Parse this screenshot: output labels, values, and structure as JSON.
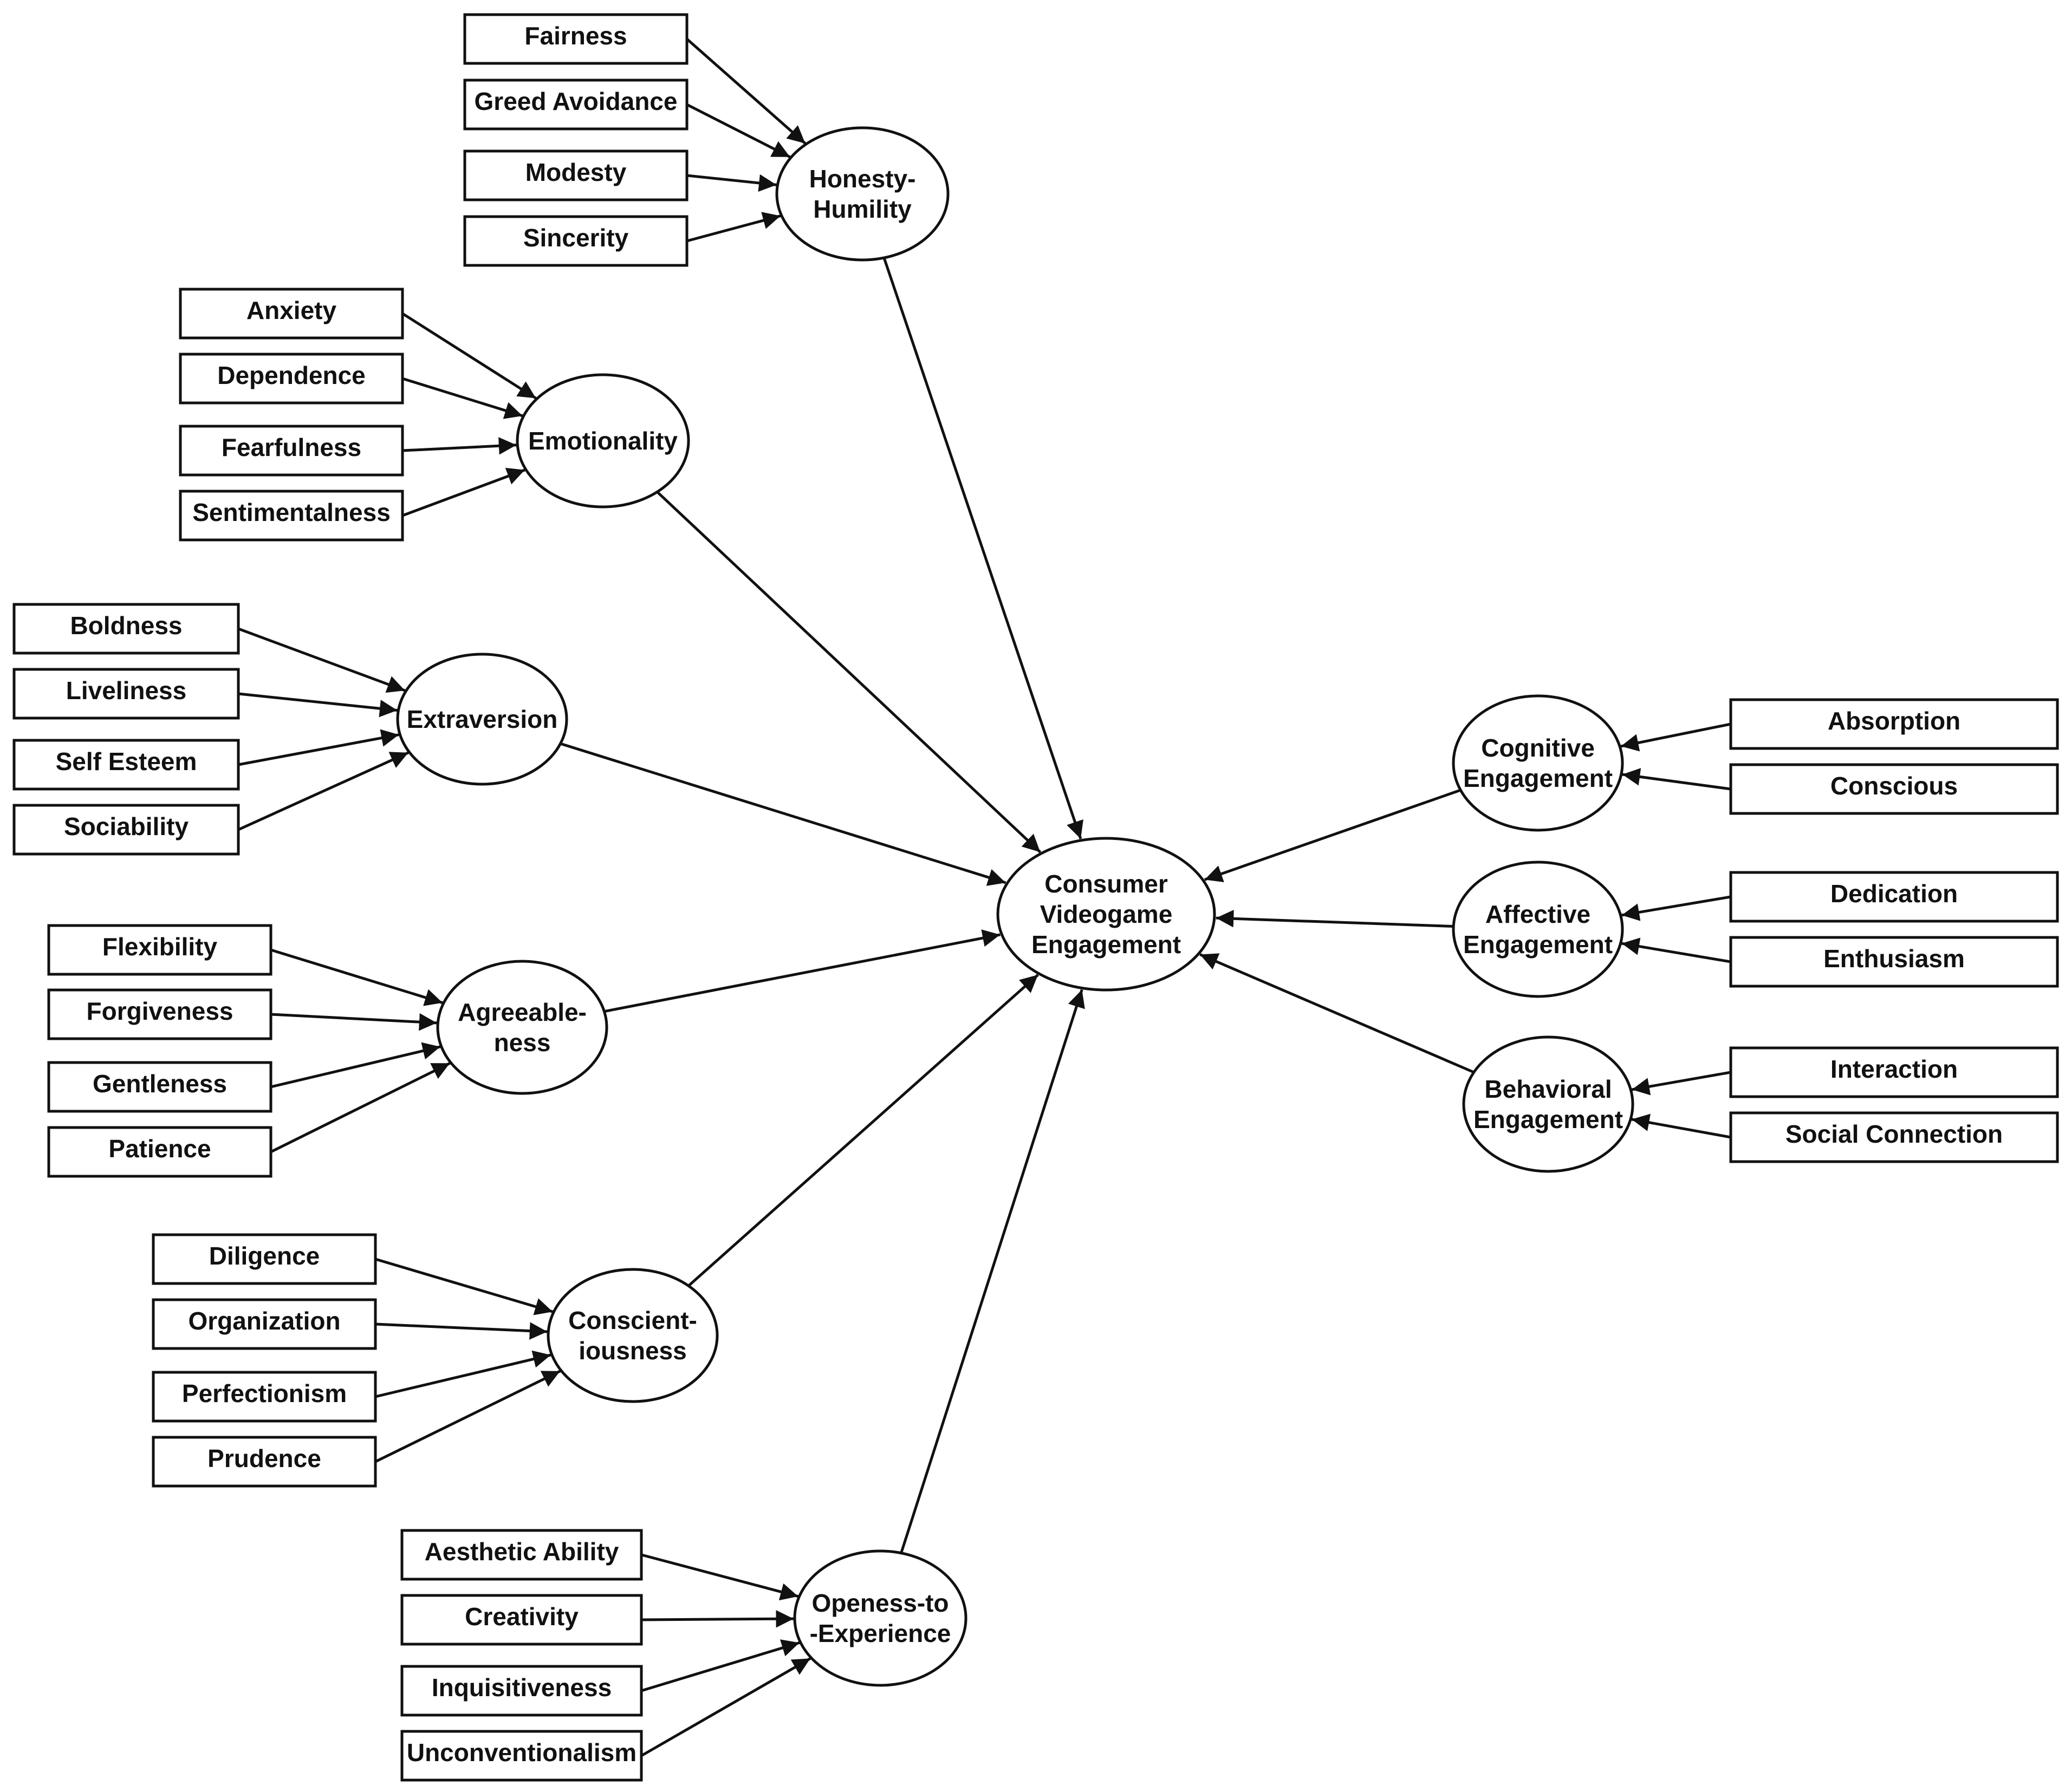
{
  "central": {
    "id": "cve",
    "lines": [
      "Consumer",
      "Videogame",
      "Engagement"
    ]
  },
  "factors": [
    {
      "id": "hh",
      "lines": [
        "Honesty-",
        "Humility"
      ],
      "items": [
        "Fairness",
        "Greed Avoidance",
        "Modesty",
        "Sincerity"
      ]
    },
    {
      "id": "em",
      "lines": [
        "Emotionality"
      ],
      "items": [
        "Anxiety",
        "Dependence",
        "Fearfulness",
        "Sentimentalness"
      ]
    },
    {
      "id": "ex",
      "lines": [
        "Extraversion"
      ],
      "items": [
        "Boldness",
        "Liveliness",
        "Self Esteem",
        "Sociability"
      ]
    },
    {
      "id": "ag",
      "lines": [
        "Agreeable-",
        "ness"
      ],
      "items": [
        "Flexibility",
        "Forgiveness",
        "Gentleness",
        "Patience"
      ]
    },
    {
      "id": "co",
      "lines": [
        "Conscient-",
        "iousness"
      ],
      "items": [
        "Diligence",
        "Organization",
        "Perfectionism",
        "Prudence"
      ]
    },
    {
      "id": "op",
      "lines": [
        "Openess-to",
        "-Experience"
      ],
      "items": [
        "Aesthetic Ability",
        "Creativity",
        "Inquisitiveness",
        "Unconventionalism"
      ]
    },
    {
      "id": "cog",
      "lines": [
        "Cognitive",
        "Engagement"
      ],
      "items": [
        "Absorption",
        "Conscious"
      ]
    },
    {
      "id": "aff",
      "lines": [
        "Affective",
        "Engagement"
      ],
      "items": [
        "Dedication",
        "Enthusiasm"
      ]
    },
    {
      "id": "beh",
      "lines": [
        "Behavioral",
        "Engagement"
      ],
      "items": [
        "Interaction",
        "Social Connection"
      ]
    }
  ],
  "colors": {
    "stroke": "#111111",
    "fill": "#ffffff",
    "text": "#111111"
  }
}
